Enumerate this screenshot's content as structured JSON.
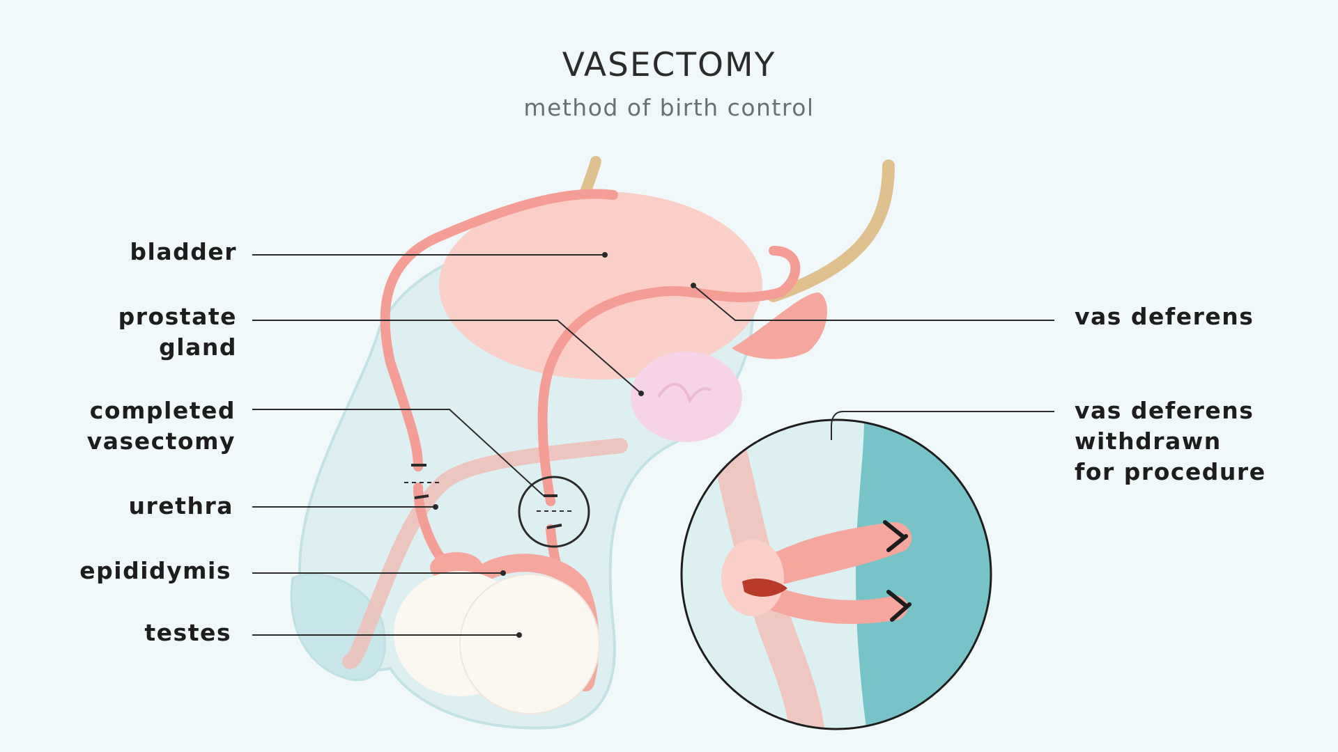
{
  "header": {
    "title": "VASECTOMY",
    "subtitle": "method of birth control"
  },
  "labels": {
    "bladder": "bladder",
    "prostate_line1": "prostate",
    "prostate_line2": "gland",
    "completed_line1": "completed",
    "completed_line2": "vasectomy",
    "urethra": "urethra",
    "epididymis": "epididymis",
    "testes": "testes",
    "vas_deferens": "vas deferens",
    "withdrawn_line1": "vas deferens",
    "withdrawn_line2": "withdrawn",
    "withdrawn_line3": "for procedure"
  },
  "colors": {
    "background": "#f1f8f9",
    "body_outline": "#bfe0e3",
    "body_fill": "#dcefF1",
    "bladder": "#f9cfc8",
    "vas": "#f39d95",
    "prostate": "#f6d3e6",
    "testes": "#fbf8f1",
    "ureter": "#e0c08f",
    "teal": "#78c3c8",
    "line": "#2a2a2a"
  }
}
